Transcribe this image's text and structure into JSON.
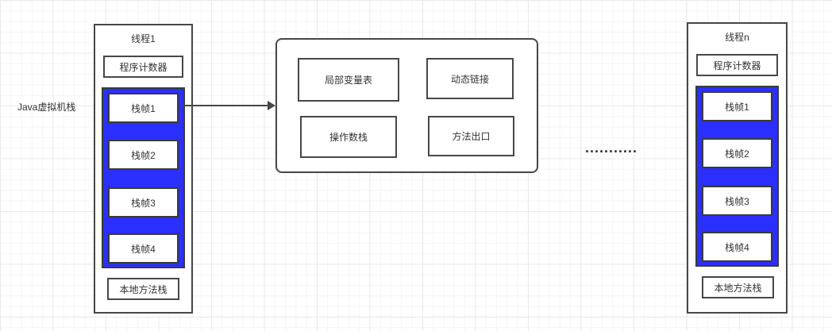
{
  "diagram": {
    "jvm_stack_label": "Java虚拟机栈",
    "ellipsis": "...........",
    "colors": {
      "accent_blue": "#2b2fff",
      "border_gray": "#474747",
      "background": "#ffffff"
    }
  },
  "thread1": {
    "title": "线程1",
    "program_counter": "程序计数器",
    "frames": [
      "栈帧1",
      "栈帧2",
      "栈帧3",
      "栈帧4"
    ],
    "native_stack": "本地方法栈"
  },
  "frame_detail": {
    "local_vars": "局部变量表",
    "dynamic_link": "动态链接",
    "operand_stack": "操作数栈",
    "method_exit": "方法出口"
  },
  "threadN": {
    "title": "线程n",
    "program_counter": "程序计数器",
    "frames": [
      "栈帧1",
      "栈帧2",
      "栈帧3",
      "栈帧4"
    ],
    "native_stack": "本地方法栈"
  }
}
